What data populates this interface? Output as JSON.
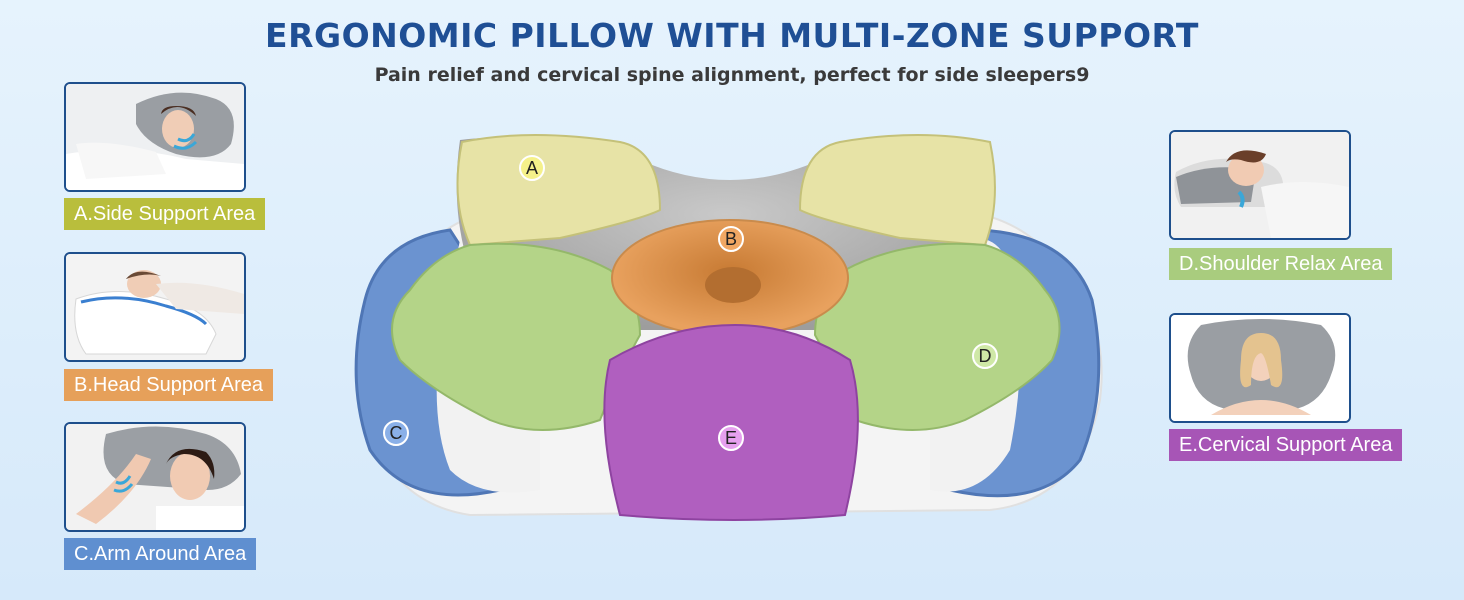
{
  "header": {
    "title": "ERGONOMIC PILLOW WITH MULTI-ZONE SUPPORT",
    "subtitle": "Pain relief and cervical spine alignment, perfect for side sleepers9"
  },
  "zones": [
    {
      "id": "A",
      "label": "A.Side Support Area",
      "color": "#b9be3c"
    },
    {
      "id": "B",
      "label": "B.Head Support Area",
      "color": "#e6a05a"
    },
    {
      "id": "C",
      "label": "C.Arm Around Area",
      "color": "#5f8fd0"
    },
    {
      "id": "D",
      "label": "D.Shoulder Relax Area",
      "color": "#a9cc7e"
    },
    {
      "id": "E",
      "label": "E.Cervical Support Area",
      "color": "#a755b6"
    }
  ],
  "markers": {
    "a": "A",
    "b": "B",
    "c": "C",
    "d": "D",
    "e": "E"
  }
}
